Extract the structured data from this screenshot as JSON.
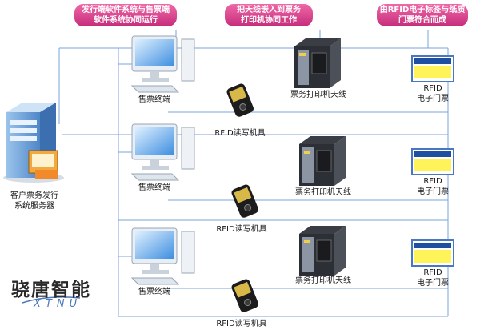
{
  "callouts": [
    {
      "line1": "发行端软件系统与售票端",
      "line2": "软件系统协同运行"
    },
    {
      "line1": "把天线嵌入到票务",
      "line2": "打印机协同工作"
    },
    {
      "line1": "由RFID电子标签与纸质",
      "line2": "门票符合而成"
    }
  ],
  "server": {
    "line1": "客户票务发行",
    "line2": "系统服务器"
  },
  "rows": [
    {
      "terminal": "售票终端",
      "reader": "RFID读写机具",
      "printer": "票务打印机天线",
      "ticket_line1": "RFID",
      "ticket_line2": "电子门票"
    },
    {
      "terminal": "售票终端",
      "reader": "RFID读写机具",
      "printer": "票务打印机天线",
      "ticket_line1": "RFID",
      "ticket_line2": "电子门票"
    },
    {
      "terminal": "售票终端",
      "reader": "RFID读写机具",
      "printer": "票务打印机天线",
      "ticket_line1": "RFID",
      "ticket_line2": "电子门票"
    }
  ],
  "brand": {
    "cn": "骁唐智能",
    "en": "XTNU"
  },
  "colors": {
    "callout": "#d23a8a",
    "line": "#7aa6d8",
    "accent": "#1e4fa0"
  }
}
